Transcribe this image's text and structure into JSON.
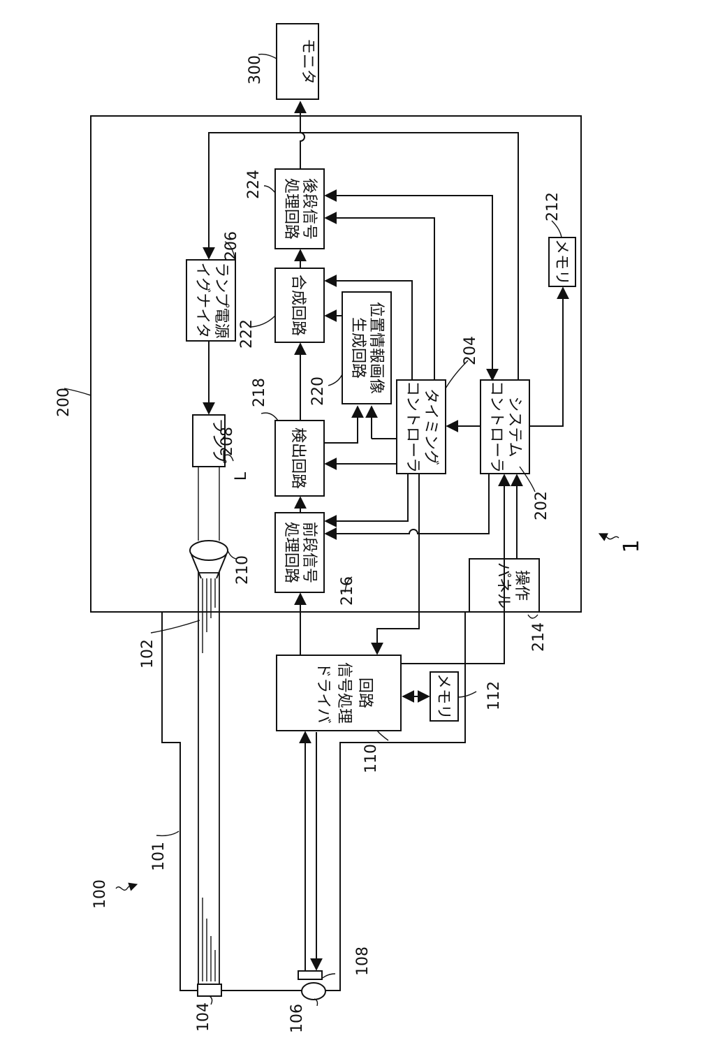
{
  "blocks": {
    "monitor": "モニタ",
    "lamp_power_1": "ランプ電源",
    "lamp_power_2": "イグナイタ",
    "lamp": "ランプ",
    "rear_signal_1": "後段信号",
    "rear_signal_2": "処理回路",
    "synth": "合成回路",
    "pos_image_1": "位置情報画像",
    "pos_image_2": "生成回路",
    "detect": "検出回路",
    "front_signal_1": "前段信号",
    "front_signal_2": "処理回路",
    "timing_1": "タイミング",
    "timing_2": "コントローラ",
    "system_1": "システム",
    "system_2": "コントローラ",
    "memory_sys": "メモリ",
    "panel_1": "操作",
    "panel_2": "パネル",
    "driver_1": "ドライバ",
    "driver_2": "信号処理",
    "driver_3": "回路",
    "memory_drv": "メモリ"
  },
  "labels": {
    "l300": "300",
    "l200": "200",
    "l206": "206",
    "l224": "224",
    "l212": "212",
    "l222": "222",
    "l218": "218",
    "l220": "220",
    "l204": "204",
    "l208": "208",
    "lL": "L",
    "l202": "202",
    "l210": "210",
    "l216": "216",
    "l1": "1",
    "l214": "214",
    "l102": "102",
    "l112": "112",
    "l110": "110",
    "l101": "101",
    "l100": "100",
    "l108": "108",
    "l104": "104",
    "l106": "106"
  }
}
